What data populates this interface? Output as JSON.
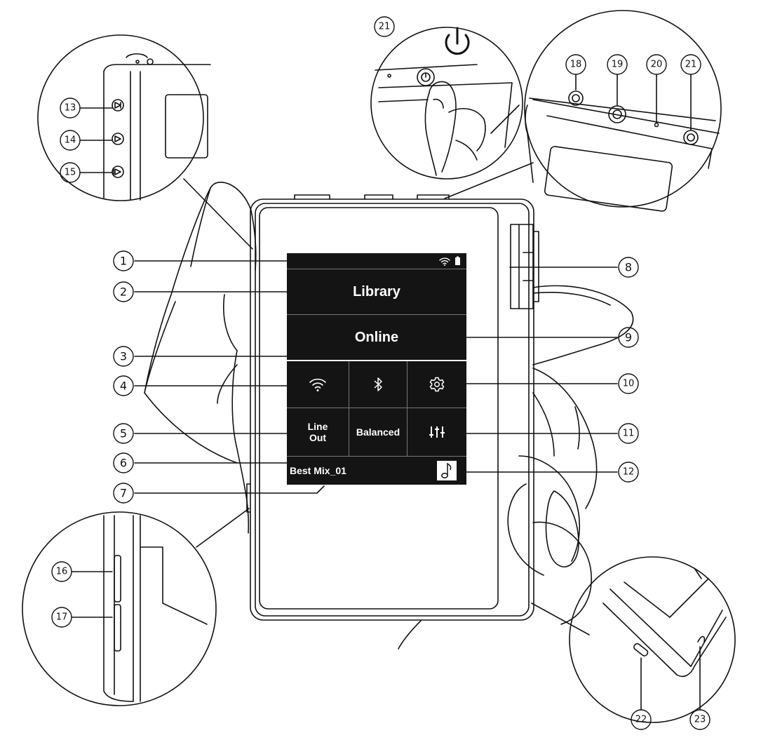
{
  "screen": {
    "library_label": "Library",
    "online_label": "Online",
    "line_out_line1": "Line",
    "line_out_line2": "Out",
    "balanced_label": "Balanced",
    "track_title": "Best Mix_01"
  },
  "icons": {
    "status_wifi": "wifi-icon",
    "status_battery": "battery-icon",
    "wifi_tile": "wifi-icon",
    "bluetooth_tile": "bluetooth-icon",
    "settings_tile": "gear-icon",
    "eq_tile": "equalizer-icon",
    "now_playing": "music-note-icon",
    "power": "power-icon"
  },
  "callouts": {
    "c1": "1",
    "c2": "2",
    "c3": "3",
    "c4": "4",
    "c5": "5",
    "c6": "6",
    "c7": "7",
    "c8": "8",
    "c9": "9",
    "c10": "10",
    "c11": "11",
    "c12": "12",
    "c13": "13",
    "c14": "14",
    "c15": "15",
    "c16": "16",
    "c17": "17",
    "c18": "18",
    "c19": "19",
    "c20": "20",
    "c21a": "21",
    "c21b": "21",
    "c22": "22",
    "c23": "23"
  },
  "colors": {
    "screen": "#141414",
    "line": "#111111",
    "paper": "#ffffff"
  }
}
